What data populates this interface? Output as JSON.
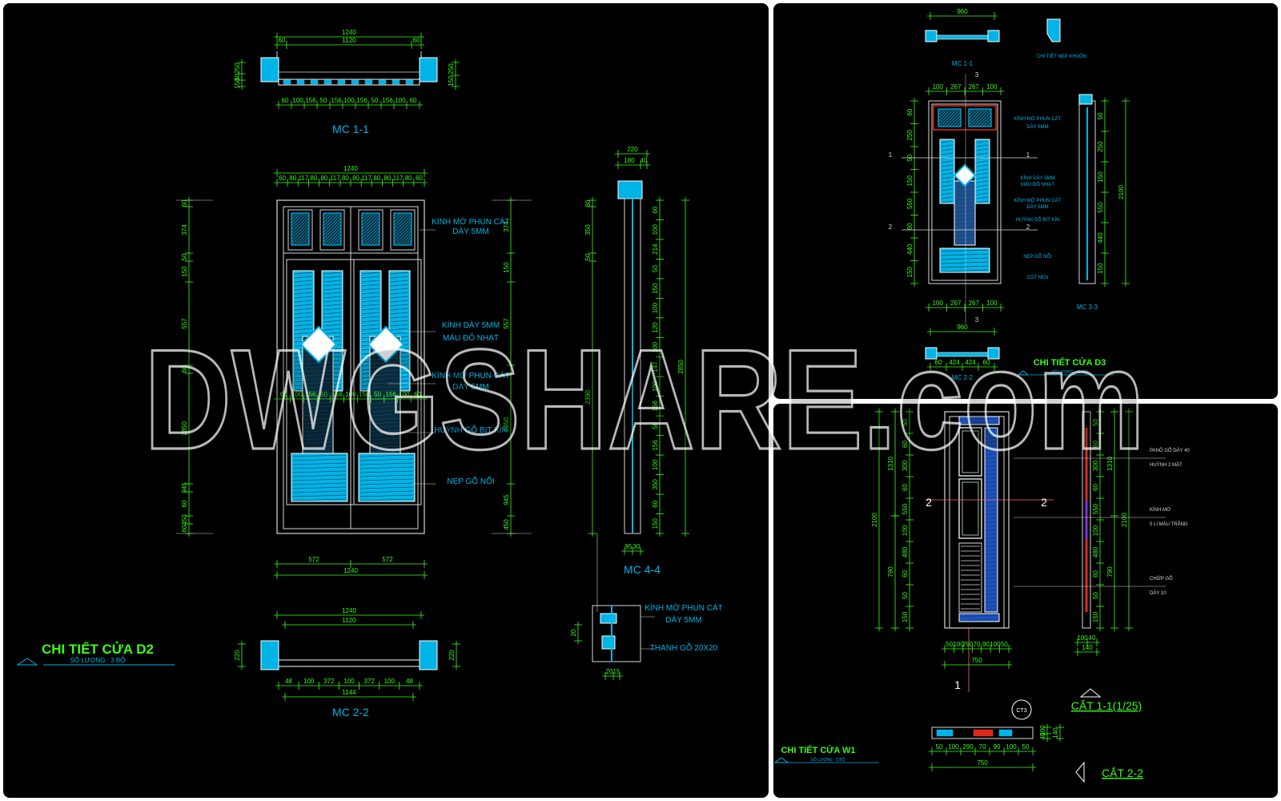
{
  "watermark": "DWGSHARE.com",
  "colors": {
    "background": "#000000",
    "outline": "#d8d8d8",
    "dim": "#39ff14",
    "panel_fill": "#00b4e6",
    "label": "#00b4e6",
    "title": "#39ff14",
    "red": "#e0281e",
    "purple": "#8a2be2"
  },
  "left_panel": {
    "mc11": {
      "label": "MC 1-1",
      "top_dims": [
        "1240",
        "1120",
        "60",
        "60"
      ],
      "bottom_dims": [
        "60",
        "100",
        "156",
        "50",
        "156",
        "100",
        "156",
        "50",
        "156",
        "100",
        "60"
      ],
      "left_dims": [
        "250",
        "50",
        "150"
      ],
      "right_dims": [
        "250",
        "150"
      ]
    },
    "elevation": {
      "top_dims": [
        "1240",
        "60",
        "80",
        "117",
        "80",
        "80",
        "117",
        "80",
        "80",
        "117",
        "80",
        "80",
        "117",
        "80",
        "60"
      ],
      "left_dims": [
        "60",
        "374",
        "50",
        "150",
        "557",
        "60",
        "2850",
        "945",
        "60",
        "450",
        "60",
        "150"
      ],
      "right_dims": [
        "374",
        "150",
        "557",
        "2850",
        "945",
        "450",
        "150"
      ],
      "mid_dims": [
        "60",
        "100",
        "156",
        "50",
        "156",
        "100",
        "156",
        "50",
        "156",
        "100",
        "60"
      ],
      "bottom_dims": [
        "572",
        "572",
        "1240"
      ],
      "annotations": [
        "KÍNH MỜ PHUN CÁT",
        "DÀY 5MM",
        "KÍNH DÀY 5MM",
        "MÀU ĐỎ NHẠT",
        "KÍNH MỜ PHUN CÁT",
        "DÀY 5MM",
        "HUỲNH GỖ BỊT KÍN",
        "NẸP GỖ NỔI"
      ]
    },
    "mc44": {
      "label": "MC 4-4",
      "top_dims": [
        "220",
        "180",
        "40"
      ],
      "left_dims": [
        "60",
        "350",
        "50",
        "2390"
      ],
      "right_dims": [
        "60",
        "100",
        "214",
        "50",
        "150",
        "100",
        "120",
        "100",
        "147",
        "100",
        "156",
        "50",
        "156",
        "100",
        "350",
        "60",
        "150",
        "2850"
      ],
      "bottom_dims": [
        "95",
        "30"
      ]
    },
    "detail": {
      "notes": [
        "KÍNH MỜ PHUN CÁT",
        "DÀY 5MM",
        "THANH GỖ 20X20"
      ],
      "dims": [
        "20",
        "20",
        "15"
      ]
    },
    "mc22": {
      "label": "MC 2-2",
      "top_dims": [
        "1240",
        "1120"
      ],
      "left_dims": [
        "220"
      ],
      "right_dims": [
        "220"
      ],
      "bottom_dims": [
        "48",
        "100",
        "372",
        "100",
        "372",
        "100",
        "48",
        "1144"
      ]
    },
    "title": "CHI TIẾT CỬA D2",
    "subtitle": "SỐ LƯỢNG : 3 BỘ"
  },
  "top_right_panel": {
    "mc11_label": "MC 1-1",
    "mc22_label": "MC 2-2",
    "mc33_label": "MC 3-3",
    "nep_label": "CHI TIẾT NẸP KHUÔN",
    "section_marks": [
      "1",
      "1",
      "2",
      "2",
      "3",
      "3"
    ],
    "annotations": [
      "KÍNH MỜ PHUN CÁT",
      "DÀY 5MM",
      "KÍNH DÀY 5MM",
      "MÀU ĐỎ NHẠT",
      "KÍNH MỜ PHUN CÁT",
      "DÀY 5MM",
      "HUỲNH GỖ BỊT KÍN",
      "NẸP GỖ NỔI",
      "COT NEN"
    ],
    "title": "CHI TIẾT CỬA D3",
    "subtitle": "SỐ LƯỢNG : 11 BỘ"
  },
  "bottom_right_panel": {
    "left_dims": [
      "2100",
      "1310",
      "790"
    ],
    "inner_dims": [
      "50",
      "60",
      "300",
      "60",
      "550",
      "100",
      "480",
      "60",
      "50",
      "150"
    ],
    "right_dims": [
      "50",
      "60",
      "300",
      "60",
      "550",
      "100",
      "480",
      "60",
      "50",
      "150",
      "1310",
      "2100",
      "790"
    ],
    "annotations": [
      "PANÔ GỖ DÀY 40",
      "HUỲNH 2 MẶT",
      "KÍNH MỜ",
      "5 LI MÀU TRẮNG",
      "CHỚP GỖ",
      "DÀY 10"
    ],
    "section_marks": [
      "2",
      "2",
      "1"
    ],
    "bottom_dims": [
      "50",
      "100",
      "290",
      "70",
      "90",
      "100",
      "50",
      "750"
    ],
    "side_dims": [
      "100",
      "40",
      "140"
    ],
    "cut11": "CẮT 1-1(1/25)",
    "cut22": "CẮT 2-2",
    "ct3": "CT3",
    "plan_dims": [
      "50",
      "100",
      "290",
      "70",
      "90",
      "100",
      "50",
      "750"
    ],
    "plan_side_dims": [
      "100",
      "40",
      "140"
    ],
    "title": "CHI TIẾT CỬA W1",
    "subtitle": "SỐ LƯỢNG : 5 BỘ"
  }
}
